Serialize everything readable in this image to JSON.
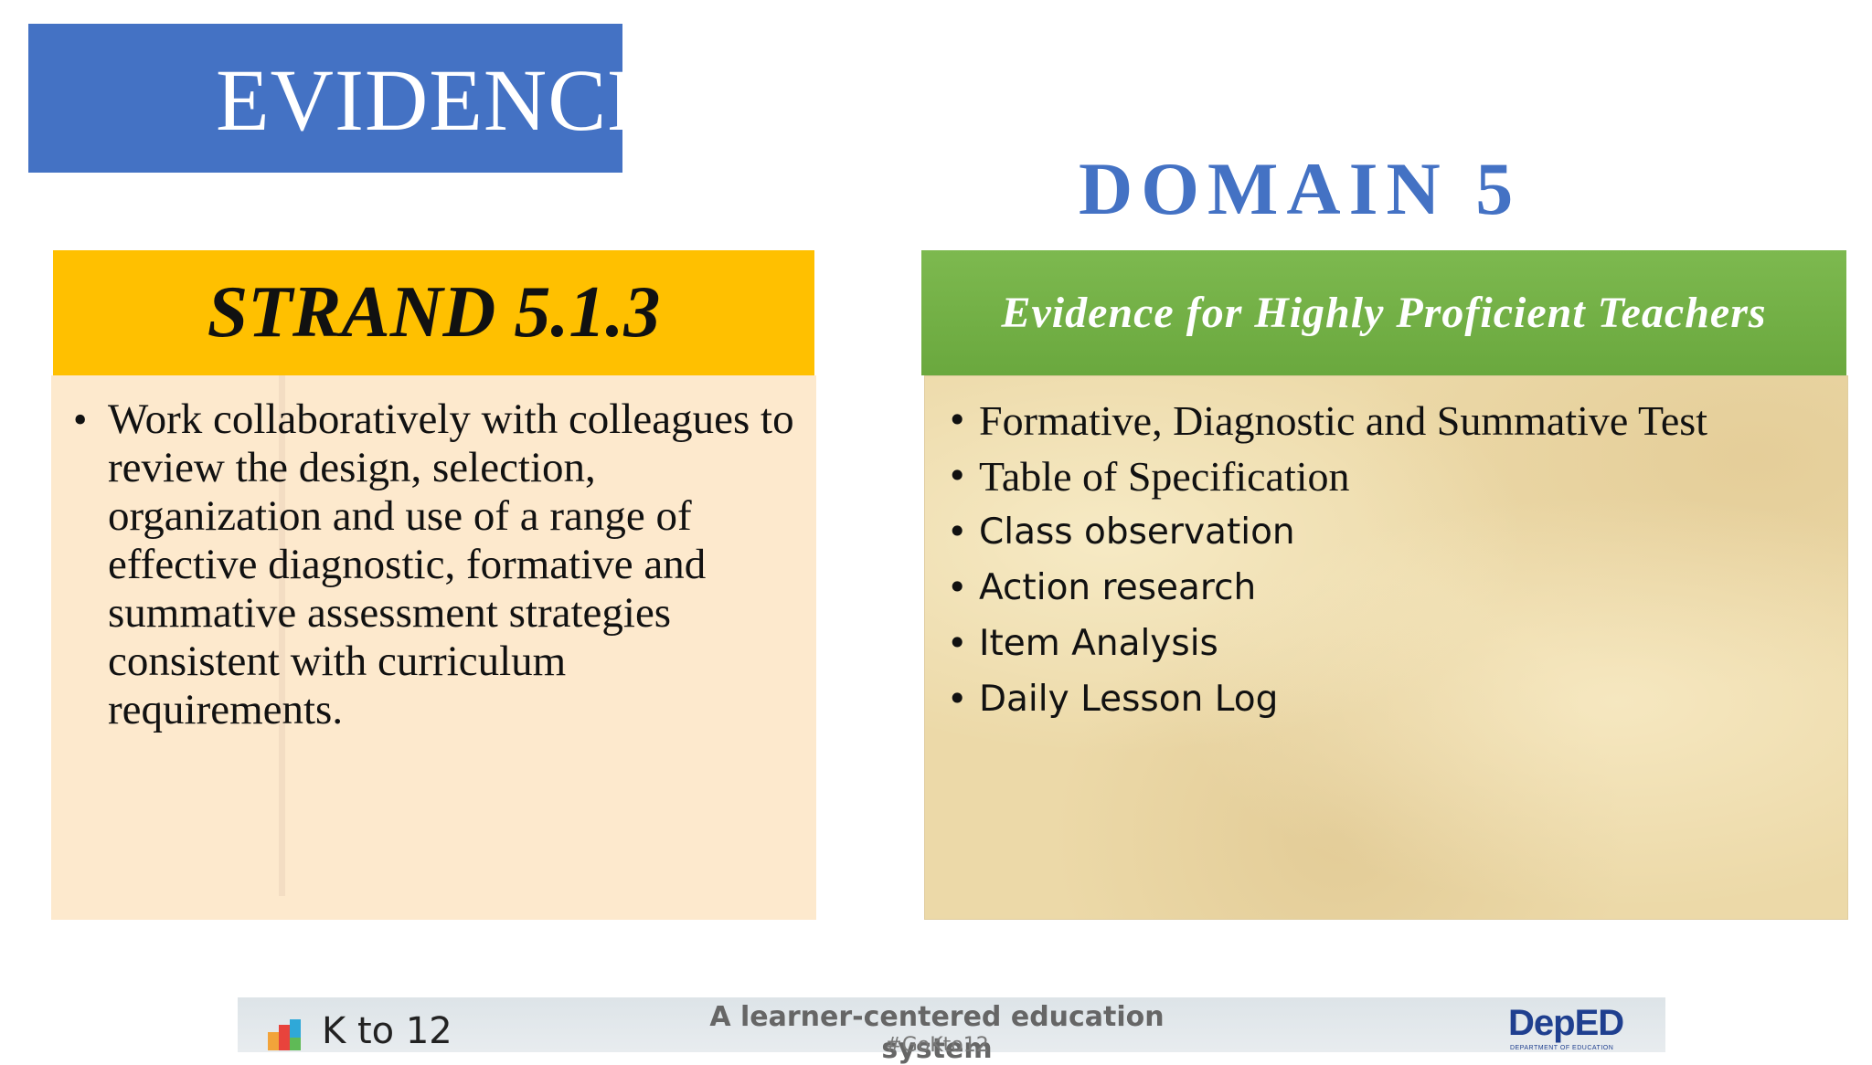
{
  "slide": {
    "title": "EVIDENCE",
    "domain": "DOMAIN 5"
  },
  "strand": {
    "header": "STRAND 5.1.3",
    "bullet": "•",
    "text": "Work collaboratively with colleagues to review the design, selection, organization and use of a range of effective diagnostic, formative and summative assessment strategies consistent with curriculum requirements."
  },
  "evidence": {
    "header": "Evidence for Highly Proficient Teachers",
    "bullet": "•",
    "items": [
      "Formative, Diagnostic and Summative Test",
      "Table of Specification",
      "Class observation",
      "Action research",
      "Item Analysis",
      "Daily Lesson Log"
    ]
  },
  "footer": {
    "brand": "K to 12",
    "tagline": "A learner-centered education system",
    "hashtag": "#GoKto12",
    "deped_logo_text": "DepED",
    "deped_subtitle": "DEPARTMENT OF EDUCATION"
  }
}
